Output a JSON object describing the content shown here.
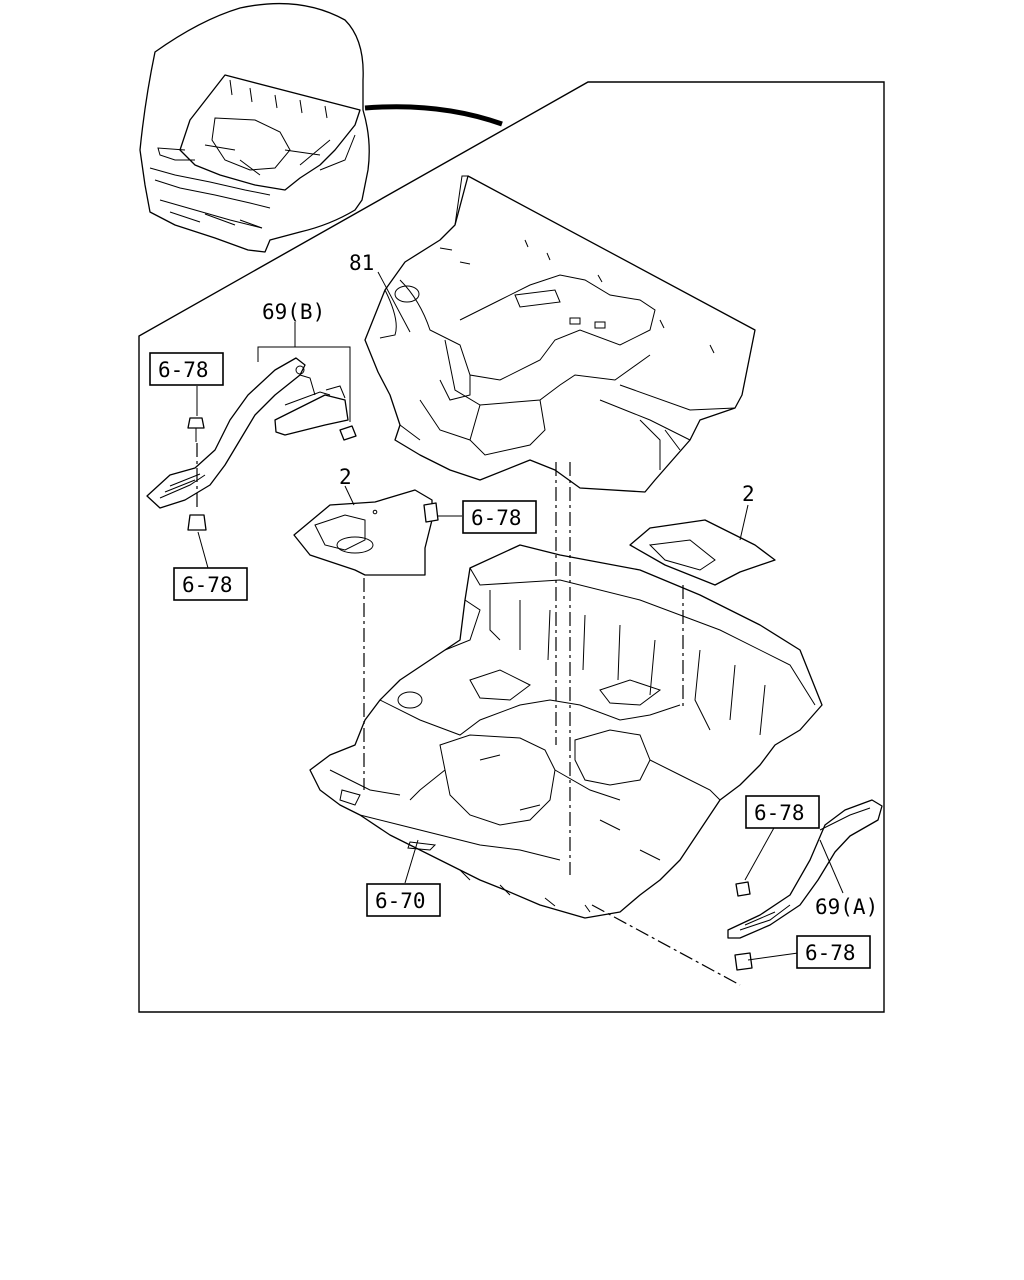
{
  "callouts": {
    "part_81": "81",
    "part_69b": "69(B)",
    "part_69a": "69(A)",
    "part_2_left": "2",
    "part_2_right": "2",
    "ref_6_78": "6-78",
    "ref_6_70": "6-70"
  }
}
